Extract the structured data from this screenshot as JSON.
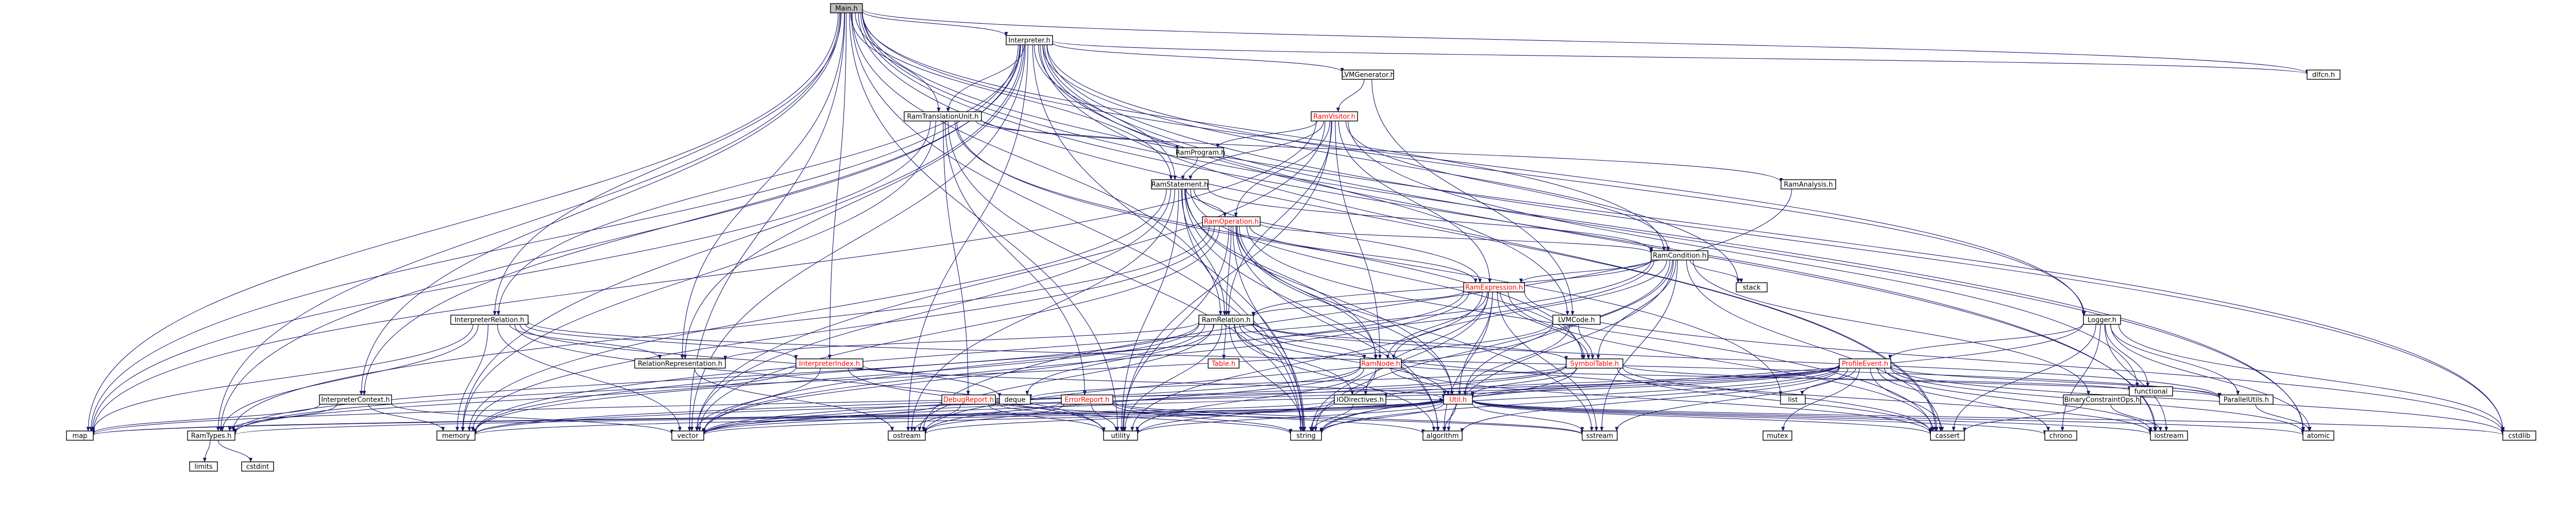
{
  "colors": {
    "edge": "#191970",
    "focus_fill": "#bfbfbf",
    "node_fill": "#ffffff",
    "node_border": "#000000",
    "header_text": "#000000",
    "header_border": "#bfbfbf",
    "external_text": "#000000",
    "undoc_text": "#ff0000"
  },
  "nodes": [
    {
      "id": "main",
      "label": "Main.h",
      "kind": "focus"
    },
    {
      "id": "interpreter",
      "label": "Interpreter.h",
      "kind": "header"
    },
    {
      "id": "llvm_gen",
      "label": "LVMGenerator.h",
      "kind": "header"
    },
    {
      "id": "ram_xlate_unit",
      "label": "RamTranslationUnit.h",
      "kind": "header"
    },
    {
      "id": "ram_visitor",
      "label": "RamVisitor.h",
      "kind": "undoc"
    },
    {
      "id": "ram_program",
      "label": "RamProgram.h",
      "kind": "header"
    },
    {
      "id": "ram_analysis",
      "label": "RamAnalysis.h",
      "kind": "header"
    },
    {
      "id": "ram_statement",
      "label": "RamStatement.h",
      "kind": "header"
    },
    {
      "id": "ram_operation",
      "label": "RamOperation.h",
      "kind": "undoc"
    },
    {
      "id": "ram_condition",
      "label": "RamCondition.h",
      "kind": "header"
    },
    {
      "id": "ram_expression",
      "label": "RamExpression.h",
      "kind": "undoc"
    },
    {
      "id": "ram_relation",
      "label": "RamRelation.h",
      "kind": "header"
    },
    {
      "id": "interp_relation",
      "label": "InterpreterRelation.h",
      "kind": "header"
    },
    {
      "id": "relation_repr",
      "label": "RelationRepresentation.h",
      "kind": "header"
    },
    {
      "id": "interp_index",
      "label": "InterpreterIndex.h",
      "kind": "undoc"
    },
    {
      "id": "table",
      "label": "Table.h",
      "kind": "undoc"
    },
    {
      "id": "ram_node",
      "label": "RamNode.h",
      "kind": "undoc"
    },
    {
      "id": "symbol_table",
      "label": "SymbolTable.h",
      "kind": "undoc"
    },
    {
      "id": "llvm_code",
      "label": "LVMCode.h",
      "kind": "header"
    },
    {
      "id": "logger",
      "label": "Logger.h",
      "kind": "header"
    },
    {
      "id": "prof_event",
      "label": "ProfileEvent.h",
      "kind": "undoc"
    },
    {
      "id": "interp_context",
      "label": "InterpreterContext.h",
      "kind": "header"
    },
    {
      "id": "debug_report",
      "label": "DebugReport.h",
      "kind": "undoc"
    },
    {
      "id": "error_report",
      "label": "ErrorReport.h",
      "kind": "undoc"
    },
    {
      "id": "io_directives",
      "label": "IODirectives.h",
      "kind": "header"
    },
    {
      "id": "util",
      "label": "Util.h",
      "kind": "undoc"
    },
    {
      "id": "binary_ops",
      "label": "BinaryConstraintOps.h",
      "kind": "header"
    },
    {
      "id": "parallel_utils",
      "label": "ParallelUtils.h",
      "kind": "header"
    },
    {
      "id": "ram_types",
      "label": "RamTypes.h",
      "kind": "header"
    },
    {
      "id": "dlfcn",
      "label": "dlfcn.h",
      "kind": "external"
    },
    {
      "id": "stack",
      "label": "stack",
      "kind": "external"
    },
    {
      "id": "deque",
      "label": "deque",
      "kind": "external"
    },
    {
      "id": "list",
      "label": "list",
      "kind": "external"
    },
    {
      "id": "functional",
      "label": "functional",
      "kind": "external"
    },
    {
      "id": "map",
      "label": "map",
      "kind": "external"
    },
    {
      "id": "memory",
      "label": "memory",
      "kind": "external"
    },
    {
      "id": "vector",
      "label": "vector",
      "kind": "external"
    },
    {
      "id": "ostream",
      "label": "ostream",
      "kind": "external"
    },
    {
      "id": "utility",
      "label": "utility",
      "kind": "external"
    },
    {
      "id": "string",
      "label": "string",
      "kind": "external"
    },
    {
      "id": "algorithm",
      "label": "algorithm",
      "kind": "external"
    },
    {
      "id": "sstream",
      "label": "sstream",
      "kind": "external"
    },
    {
      "id": "mutex",
      "label": "mutex",
      "kind": "external"
    },
    {
      "id": "cassert",
      "label": "cassert",
      "kind": "external"
    },
    {
      "id": "chrono",
      "label": "chrono",
      "kind": "external"
    },
    {
      "id": "iostream",
      "label": "iostream",
      "kind": "external"
    },
    {
      "id": "atomic",
      "label": "atomic",
      "kind": "external"
    },
    {
      "id": "cstdlib",
      "label": "cstdlib",
      "kind": "external"
    },
    {
      "id": "limits",
      "label": "limits",
      "kind": "external"
    },
    {
      "id": "cstdint",
      "label": "cstdint",
      "kind": "external"
    }
  ],
  "edges": [
    [
      "main",
      "interpreter"
    ],
    [
      "main",
      "ram_xlate_unit"
    ],
    [
      "main",
      "dlfcn"
    ],
    [
      "main",
      "ram_statement"
    ],
    [
      "main",
      "ram_relation"
    ],
    [
      "main",
      "ram_condition"
    ],
    [
      "main",
      "interp_relation"
    ],
    [
      "main",
      "interp_context"
    ],
    [
      "main",
      "interp_index"
    ],
    [
      "main",
      "relation_repr"
    ],
    [
      "main",
      "ram_types"
    ],
    [
      "main",
      "map"
    ],
    [
      "main",
      "vector"
    ],
    [
      "main",
      "string"
    ],
    [
      "main",
      "utility"
    ],
    [
      "main",
      "cassert"
    ],
    [
      "main",
      "iostream"
    ],
    [
      "main",
      "atomic"
    ],
    [
      "main",
      "cstdlib"
    ],
    [
      "main",
      "logger"
    ],
    [
      "interpreter",
      "llvm_gen"
    ],
    [
      "interpreter",
      "ram_xlate_unit"
    ],
    [
      "interpreter",
      "dlfcn"
    ],
    [
      "interpreter",
      "stack"
    ],
    [
      "interpreter",
      "llvm_code"
    ],
    [
      "interpreter",
      "logger"
    ],
    [
      "interpreter",
      "interp_relation"
    ],
    [
      "interpreter",
      "interp_context"
    ],
    [
      "interpreter",
      "relation_repr"
    ],
    [
      "interpreter",
      "ram_types"
    ],
    [
      "interpreter",
      "map"
    ],
    [
      "interpreter",
      "vector"
    ],
    [
      "interpreter",
      "string"
    ],
    [
      "interpreter",
      "memory"
    ],
    [
      "interpreter",
      "ostream"
    ],
    [
      "interpreter",
      "cassert"
    ],
    [
      "interpreter",
      "iostream"
    ],
    [
      "interpreter",
      "atomic"
    ],
    [
      "interpreter",
      "cstdlib"
    ],
    [
      "interpreter",
      "ram_statement"
    ],
    [
      "llvm_gen",
      "ram_visitor"
    ],
    [
      "llvm_gen",
      "llvm_code"
    ],
    [
      "ram_xlate_unit",
      "ram_program"
    ],
    [
      "ram_xlate_unit",
      "ram_analysis"
    ],
    [
      "ram_xlate_unit",
      "symbol_table"
    ],
    [
      "ram_xlate_unit",
      "debug_report"
    ],
    [
      "ram_xlate_unit",
      "error_report"
    ],
    [
      "ram_xlate_unit",
      "map"
    ],
    [
      "ram_xlate_unit",
      "memory"
    ],
    [
      "ram_xlate_unit",
      "string"
    ],
    [
      "ram_xlate_unit",
      "list"
    ],
    [
      "ram_visitor",
      "ram_program"
    ],
    [
      "ram_visitor",
      "ram_statement"
    ],
    [
      "ram_visitor",
      "ram_operation"
    ],
    [
      "ram_visitor",
      "ram_condition"
    ],
    [
      "ram_visitor",
      "ram_expression"
    ],
    [
      "ram_visitor",
      "ram_relation"
    ],
    [
      "ram_visitor",
      "ram_node"
    ],
    [
      "ram_visitor",
      "vector"
    ],
    [
      "ram_visitor",
      "utility"
    ],
    [
      "ram_visitor",
      "functional"
    ],
    [
      "ram_visitor",
      "map"
    ],
    [
      "ram_program",
      "ram_statement"
    ],
    [
      "ram_analysis",
      "ostream"
    ],
    [
      "ram_statement",
      "ram_operation"
    ],
    [
      "ram_statement",
      "ram_relation"
    ],
    [
      "ram_statement",
      "ram_condition"
    ],
    [
      "ram_statement",
      "ram_expression"
    ],
    [
      "ram_statement",
      "ram_node"
    ],
    [
      "ram_statement",
      "symbol_table"
    ],
    [
      "ram_statement",
      "util"
    ],
    [
      "ram_statement",
      "vector"
    ],
    [
      "ram_statement",
      "string"
    ],
    [
      "ram_statement",
      "utility"
    ],
    [
      "ram_statement",
      "memory"
    ],
    [
      "ram_statement",
      "algorithm"
    ],
    [
      "ram_statement",
      "ostream"
    ],
    [
      "ram_operation",
      "ram_condition"
    ],
    [
      "ram_operation",
      "ram_expression"
    ],
    [
      "ram_operation",
      "ram_relation"
    ],
    [
      "ram_operation",
      "ram_node"
    ],
    [
      "ram_operation",
      "util"
    ],
    [
      "ram_operation",
      "vector"
    ],
    [
      "ram_operation",
      "string"
    ],
    [
      "ram_operation",
      "algorithm"
    ],
    [
      "ram_operation",
      "sstream"
    ],
    [
      "ram_operation",
      "memory"
    ],
    [
      "ram_operation",
      "utility"
    ],
    [
      "ram_operation",
      "ram_types"
    ],
    [
      "ram_operation",
      "cassert"
    ],
    [
      "ram_condition",
      "ram_expression"
    ],
    [
      "ram_condition",
      "ram_relation"
    ],
    [
      "ram_condition",
      "ram_node"
    ],
    [
      "ram_condition",
      "symbol_table"
    ],
    [
      "ram_condition",
      "binary_ops"
    ],
    [
      "ram_condition",
      "util"
    ],
    [
      "ram_condition",
      "stack"
    ],
    [
      "ram_condition",
      "string"
    ],
    [
      "ram_condition",
      "sstream"
    ],
    [
      "ram_condition",
      "algorithm"
    ],
    [
      "ram_condition",
      "memory"
    ],
    [
      "ram_condition",
      "vector"
    ],
    [
      "ram_condition",
      "cassert"
    ],
    [
      "ram_expression",
      "ram_relation"
    ],
    [
      "ram_expression",
      "ram_node"
    ],
    [
      "ram_expression",
      "symbol_table"
    ],
    [
      "ram_expression",
      "util"
    ],
    [
      "ram_expression",
      "io_directives"
    ],
    [
      "ram_expression",
      "sstream"
    ],
    [
      "ram_expression",
      "string"
    ],
    [
      "ram_expression",
      "vector"
    ],
    [
      "ram_expression",
      "algorithm"
    ],
    [
      "ram_expression",
      "memory"
    ],
    [
      "ram_expression",
      "utility"
    ],
    [
      "ram_expression",
      "cstdlib"
    ],
    [
      "ram_expression",
      "cassert"
    ],
    [
      "ram_relation",
      "table"
    ],
    [
      "ram_relation",
      "ram_node"
    ],
    [
      "ram_relation",
      "symbol_table"
    ],
    [
      "ram_relation",
      "relation_repr"
    ],
    [
      "ram_relation",
      "parallel_utils"
    ],
    [
      "ram_relation",
      "util"
    ],
    [
      "ram_relation",
      "io_directives"
    ],
    [
      "ram_relation",
      "ram_types"
    ],
    [
      "ram_relation",
      "deque"
    ],
    [
      "ram_relation",
      "memory"
    ],
    [
      "ram_relation",
      "vector"
    ],
    [
      "ram_relation",
      "string"
    ],
    [
      "ram_relation",
      "utility"
    ],
    [
      "ram_relation",
      "ostream"
    ],
    [
      "ram_relation",
      "algorithm"
    ],
    [
      "ram_relation",
      "cassert"
    ],
    [
      "interp_relation",
      "interp_index"
    ],
    [
      "interp_relation",
      "relation_repr"
    ],
    [
      "interp_relation",
      "ram_types"
    ],
    [
      "interp_relation",
      "parallel_utils"
    ],
    [
      "interp_relation",
      "deque"
    ],
    [
      "interp_relation",
      "map"
    ],
    [
      "interp_relation",
      "memory"
    ],
    [
      "interp_relation",
      "vector"
    ],
    [
      "interp_relation",
      "utility"
    ],
    [
      "relation_repr",
      "ostream"
    ],
    [
      "interp_index",
      "ram_types"
    ],
    [
      "interp_index",
      "util"
    ],
    [
      "interp_index",
      "vector"
    ],
    [
      "interp_index",
      "utility"
    ],
    [
      "ram_node",
      "vector"
    ],
    [
      "ram_node",
      "util"
    ],
    [
      "ram_node",
      "utility"
    ],
    [
      "ram_node",
      "string"
    ],
    [
      "ram_node",
      "ostream"
    ],
    [
      "ram_node",
      "cassert"
    ],
    [
      "ram_node",
      "functional"
    ],
    [
      "symbol_table",
      "parallel_utils"
    ],
    [
      "symbol_table",
      "util"
    ],
    [
      "symbol_table",
      "deque"
    ],
    [
      "symbol_table",
      "string"
    ],
    [
      "symbol_table",
      "vector"
    ],
    [
      "symbol_table",
      "cassert"
    ],
    [
      "symbol_table",
      "iostream"
    ],
    [
      "symbol_table",
      "memory"
    ],
    [
      "llvm_code",
      "util"
    ],
    [
      "llvm_code",
      "ram_types"
    ],
    [
      "llvm_code",
      "symbol_table"
    ],
    [
      "llvm_code",
      "ostream"
    ],
    [
      "logger",
      "prof_event"
    ],
    [
      "logger",
      "parallel_utils"
    ],
    [
      "logger",
      "cassert"
    ],
    [
      "logger",
      "chrono"
    ],
    [
      "logger",
      "iostream"
    ],
    [
      "logger",
      "string"
    ],
    [
      "logger",
      "functional"
    ],
    [
      "logger",
      "atomic"
    ],
    [
      "logger",
      "cstdlib"
    ],
    [
      "prof_event",
      "parallel_utils"
    ],
    [
      "prof_event",
      "util"
    ],
    [
      "prof_event",
      "io_directives"
    ],
    [
      "prof_event",
      "list"
    ],
    [
      "prof_event",
      "map"
    ],
    [
      "prof_event",
      "memory"
    ],
    [
      "prof_event",
      "mutex"
    ],
    [
      "prof_event",
      "sstream"
    ],
    [
      "prof_event",
      "string"
    ],
    [
      "prof_event",
      "utility"
    ],
    [
      "prof_event",
      "vector"
    ],
    [
      "prof_event",
      "cassert"
    ],
    [
      "prof_event",
      "chrono"
    ],
    [
      "prof_event",
      "iostream"
    ],
    [
      "prof_event",
      "atomic"
    ],
    [
      "prof_event",
      "cstdlib"
    ],
    [
      "prof_event",
      "algorithm"
    ],
    [
      "interp_context",
      "ram_types"
    ],
    [
      "interp_context",
      "vector"
    ],
    [
      "interp_context",
      "memory"
    ],
    [
      "interp_context",
      "map"
    ],
    [
      "debug_report",
      "ostream"
    ],
    [
      "debug_report",
      "sstream"
    ],
    [
      "debug_report",
      "string"
    ],
    [
      "debug_report",
      "vector"
    ],
    [
      "debug_report",
      "utility"
    ],
    [
      "error_report",
      "ostream"
    ],
    [
      "error_report",
      "sstream"
    ],
    [
      "error_report",
      "string"
    ],
    [
      "error_report",
      "vector"
    ],
    [
      "error_report",
      "algorithm"
    ],
    [
      "error_report",
      "utility"
    ],
    [
      "io_directives",
      "map"
    ],
    [
      "io_directives",
      "ostream"
    ],
    [
      "io_directives",
      "string"
    ],
    [
      "io_directives",
      "util"
    ],
    [
      "util",
      "algorithm"
    ],
    [
      "util",
      "chrono"
    ],
    [
      "util",
      "iostream"
    ],
    [
      "util",
      "map"
    ],
    [
      "util",
      "memory"
    ],
    [
      "util",
      "sstream"
    ],
    [
      "util",
      "string"
    ],
    [
      "util",
      "utility"
    ],
    [
      "util",
      "vector"
    ],
    [
      "util",
      "cassert"
    ],
    [
      "util",
      "cstdlib"
    ],
    [
      "util",
      "ram_types"
    ],
    [
      "util",
      "atomic"
    ],
    [
      "binary_ops",
      "cassert"
    ],
    [
      "binary_ops",
      "iostream"
    ],
    [
      "parallel_utils",
      "atomic"
    ],
    [
      "ram_types",
      "limits"
    ],
    [
      "ram_types",
      "cstdint"
    ]
  ]
}
